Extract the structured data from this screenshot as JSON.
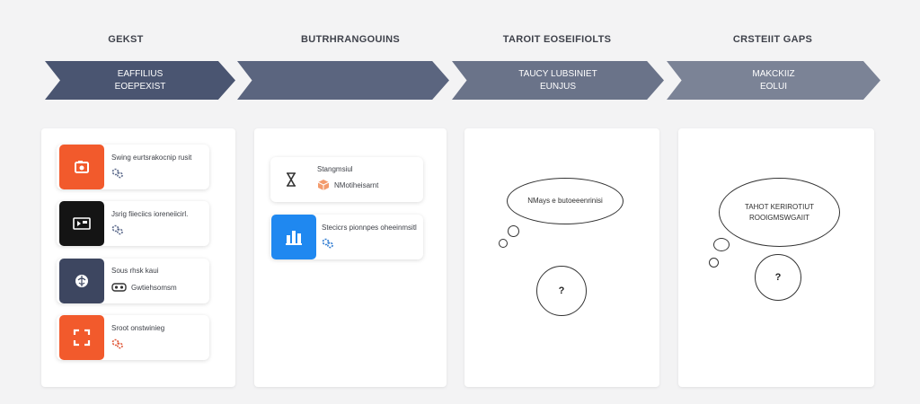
{
  "columns": [
    {
      "title": "GEKST",
      "chevron_lines": [
        "EAFFILIUS",
        "EOEPEXIST"
      ]
    },
    {
      "title": "BUTRHRANGOUINS",
      "chevron_lines": [
        "",
        ""
      ]
    },
    {
      "title": "TAROIT EOSEIFIOLTS",
      "chevron_lines": [
        "TAUCY LUBSINIET",
        "EUNJUS"
      ]
    },
    {
      "title": "CRSTEIIT GAPS",
      "chevron_lines": [
        "MAKCKIIZ",
        "EOLUI"
      ]
    }
  ],
  "column1_cards": [
    {
      "title": "Swing eurtsrakocnip rusit",
      "icon": "camera-icon",
      "tile_color": "#f25a2c",
      "sub_icon": "cogs-icon"
    },
    {
      "title": "Jsrig fiieciics ioreneiicirl.",
      "icon": "media-player-icon",
      "tile_color": "#141414",
      "sub_icon": "cogs-icon"
    },
    {
      "title": "Sous rhsk kaui",
      "icon": "brain-icon",
      "tile_color": "#3d4660",
      "sub_icon": "vr-headset-icon",
      "sub_text": "Gwtiehsomsm"
    },
    {
      "title": "Sroot onstwinieg",
      "icon": "frame-icon",
      "tile_color": "#f25a2c",
      "sub_icon": "cogs-icon"
    }
  ],
  "column2_cards": [
    {
      "title": "Stangmsiul",
      "icon": "hourglass-icon",
      "sub_icon": "cube-icon",
      "sub_text": "NMotiheisarnt"
    },
    {
      "title": "Stecicrs pionnpes oheeinmsitl",
      "icon": "city-icon",
      "tile_color": "#1f88f0",
      "sub_icon": "cogs-icon"
    }
  ],
  "column3": {
    "thought": "NMays e butoeeenrinisi",
    "question": "?"
  },
  "column4": {
    "thought_lines": [
      "TAHOT KERIROTIUT",
      "ROOIGMSWGAIIT"
    ],
    "question": "?"
  },
  "colors": {
    "chevron_1": "#4a5571",
    "chevron_2": "#5b657f",
    "chevron_3": "#6a7389",
    "chevron_4": "#7b8396",
    "accent_orange": "#f25a2c",
    "accent_blue": "#1f88f0"
  }
}
